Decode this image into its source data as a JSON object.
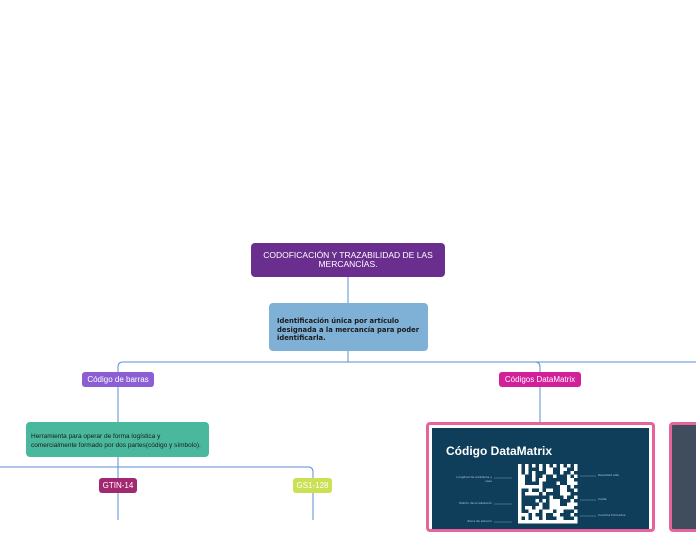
{
  "root": {
    "title": "CODOFICACIÓN Y TRAZABILIDAD DE LAS MERCANCÍAS."
  },
  "description": {
    "text": "Identificación única por artículo designada a la mercancía para poder identificarla."
  },
  "branches": {
    "barras": {
      "label": "Código de barras",
      "detail": "Herramienta para operar de forma logística y comercialmente formado por dos partes(código y símbolo).",
      "children": [
        "GTIN-14",
        "GS1-128"
      ]
    },
    "datamatrix": {
      "label": "Códigos DataMatrix",
      "image_title": "Código DataMatrix",
      "image_callouts_left": [
        "Longitud de emblema y caso",
        "Patrón de localización",
        "Zona de silencio"
      ],
      "image_callouts_right": [
        "Densidad alta",
        "Celda",
        "Cuadros formados"
      ]
    }
  },
  "colors": {
    "root": "#6a2e8e",
    "description": "#7fb0d6",
    "barras": "#8b5fd3",
    "datamatrix": "#d21f9a",
    "detail": "#4ab89c",
    "gtin": "#a2286f",
    "gs1": "#cbe053",
    "connector": "#5b8fd6"
  }
}
